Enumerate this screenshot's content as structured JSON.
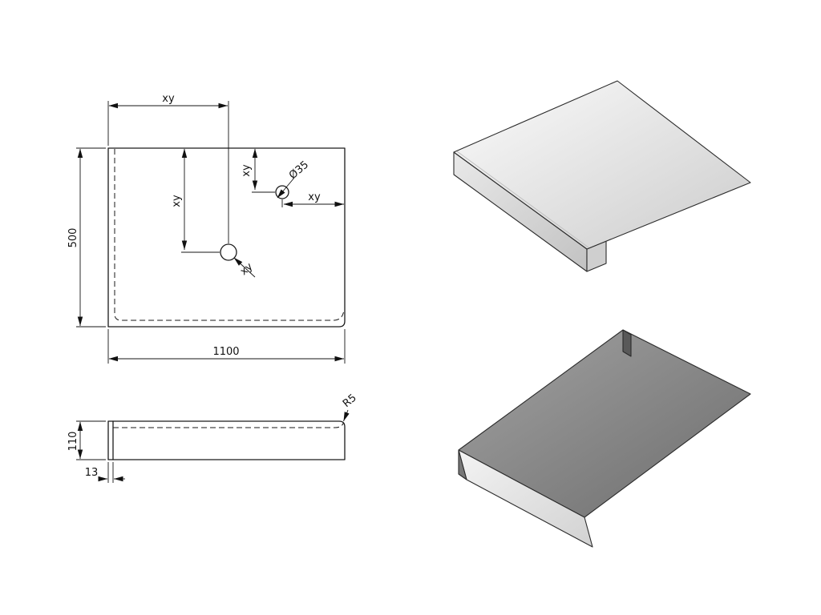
{
  "plan": {
    "dim_x_top": "xy",
    "dim_y_hole1": "xy",
    "dim_y_hole2": "xy",
    "dim_x_hole2": "xy",
    "leader_hole1": "xy",
    "leader_hole2_dia": "Ø35",
    "dim_width": "1100",
    "dim_depth": "500"
  },
  "profile": {
    "dim_height": "110",
    "dim_fold": "13",
    "leader_radius": "R5"
  },
  "colors": {
    "line": "#1a1a1a",
    "iso_top_light": "#fbfbfb",
    "iso_top_dark": "#cfcfcf",
    "iso_under_light": "#9b9b9b",
    "iso_under_dark": "#6d6d6d"
  }
}
